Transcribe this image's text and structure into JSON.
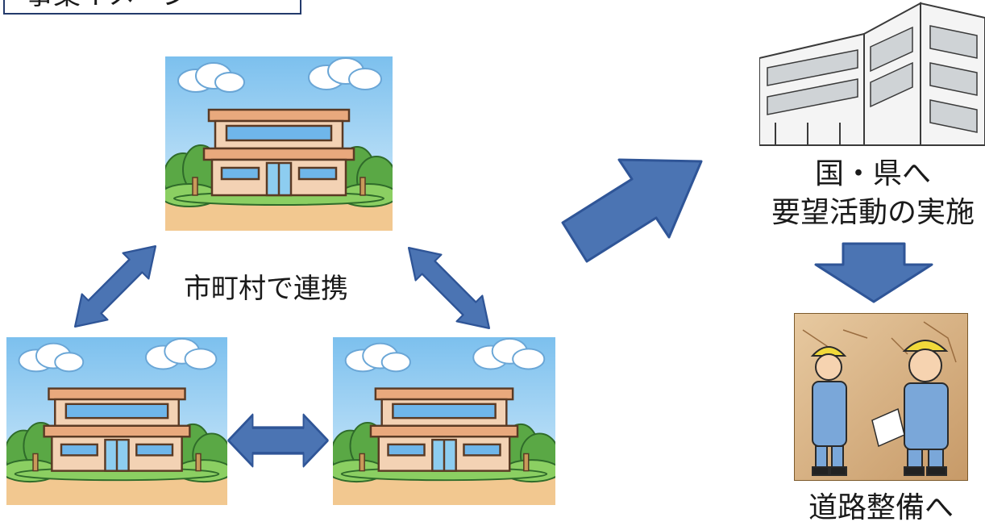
{
  "header": {
    "title": "事業イメージ"
  },
  "labels": {
    "cooperation": "市町村で連携",
    "request_line1": "国・県へ",
    "request_line2": "要望活動の実施",
    "result": "道路整備へ"
  },
  "colors": {
    "arrow_fill": "#4b74b3",
    "arrow_stroke": "#2f5597",
    "title_border": "#233a6b",
    "sky": "#9fd0f2",
    "ground": "#f2c890"
  },
  "icons": {
    "municipal_office": "city-hall-icon",
    "government_building": "government-building-icon",
    "road_workers": "construction-workers-icon"
  }
}
